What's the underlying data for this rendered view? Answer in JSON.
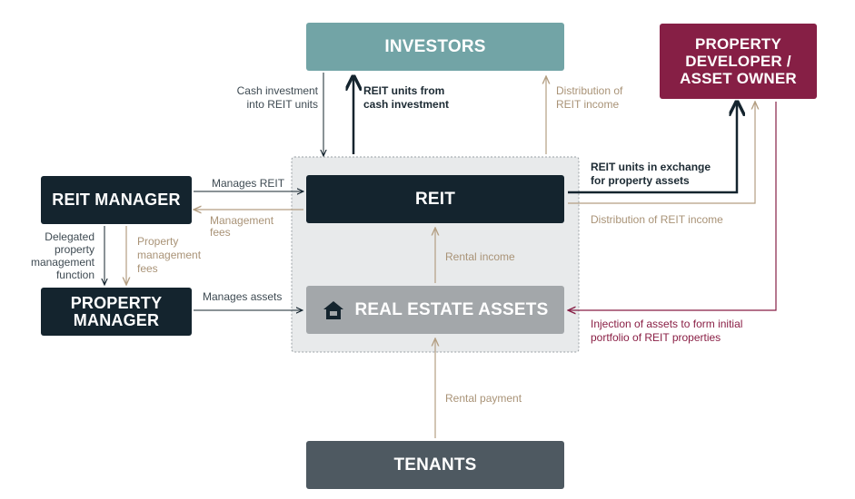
{
  "colors": {
    "investors": "#72a4a6",
    "developer": "#861f45",
    "dark": "#14242e",
    "assets": "#a3a7aa",
    "tenants": "#4e5961",
    "tan": "#b39e82",
    "container": "#e8eaeb"
  },
  "nodes": {
    "investors": "INVESTORS",
    "developer": "PROPERTY DEVELOPER / ASSET OWNER",
    "reit_manager": "REIT MANAGER",
    "reit": "REIT",
    "property_manager": "PROPERTY MANAGER",
    "real_estate_assets": "REAL ESTATE ASSETS",
    "tenants": "TENANTS"
  },
  "icons": {
    "assets": "house-icon"
  },
  "labels": {
    "cash_investment": "Cash investment into REIT units",
    "reit_units_from_cash": "REIT units from cash investment",
    "distribution_investors": "Distribution of REIT income",
    "reit_units_exchange": "REIT units in exchange for property assets",
    "distribution_developer": "Distribution of REIT income",
    "manages_reit": "Manages REIT",
    "management_fees": "Management fees",
    "delegated": "Delegated property management function",
    "property_management_fees": "Property management fees",
    "manages_assets": "Manages assets",
    "rental_income": "Rental income",
    "injection": "Injection of assets to form initial portfolio of REIT properties",
    "rental_payment": "Rental payment"
  }
}
